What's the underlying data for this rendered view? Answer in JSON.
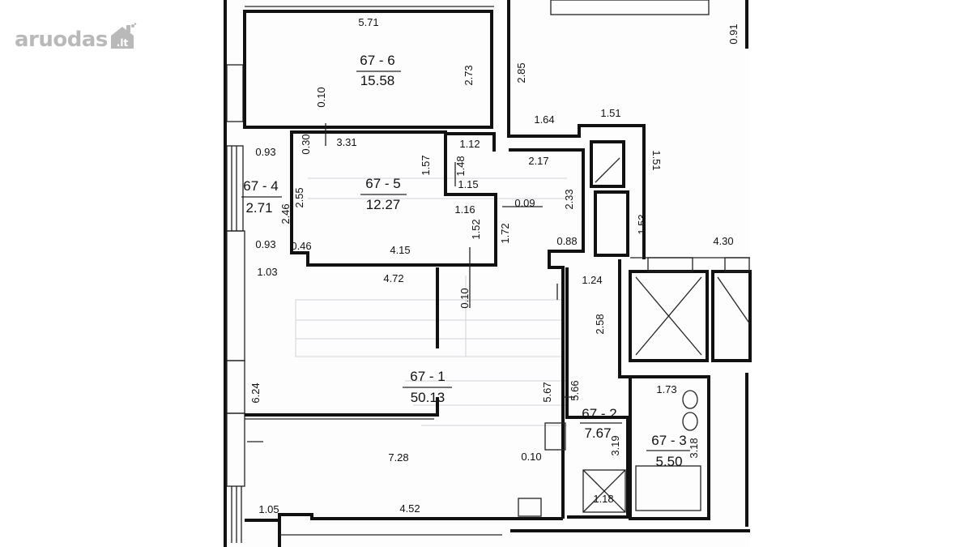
{
  "watermark": {
    "text": "aruodas",
    "badge": ".lt"
  },
  "rooms": [
    {
      "id": "67 - 6",
      "area": "15.58"
    },
    {
      "id": "67 - 5",
      "area": "12.27"
    },
    {
      "id": "67 - 4",
      "area": "2.71"
    },
    {
      "id": "67 - 1",
      "area": "50.13"
    },
    {
      "id": "67 - 2",
      "area": "7.67"
    },
    {
      "id": "67 - 3",
      "area": "5.50"
    }
  ],
  "dimensions": [
    "5.71",
    "2.73",
    "0.10",
    "2.85",
    "0.91",
    "1.64",
    "1.51",
    "1.51",
    "0.30",
    "3.31",
    "1.12",
    "1.57",
    "1.48",
    "2.17",
    "0.93",
    "2.55",
    "1.15",
    "2.33",
    "2.46",
    "0.09",
    "1.16",
    "1.52",
    "1.72",
    "1.53",
    "0.93",
    "0.46",
    "4.15",
    "0.88",
    "4.30",
    "1.03",
    "4.72",
    "1.24",
    "0.10",
    "2.58",
    "5.67",
    "5.66",
    "6.24",
    "1.73",
    "3.19",
    "3.18",
    "7.28",
    "0.10",
    "1.18",
    "1.05",
    "4.52"
  ]
}
